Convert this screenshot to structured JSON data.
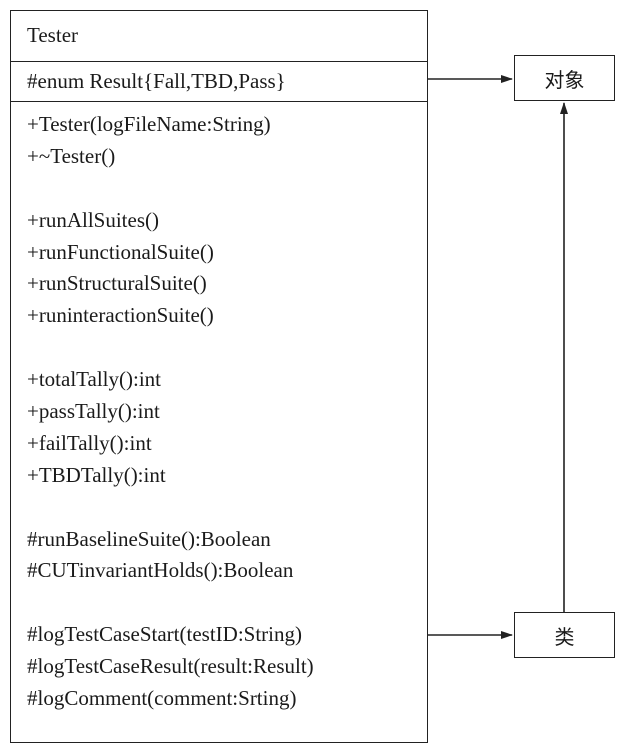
{
  "class": {
    "name": "Tester",
    "attributes": [
      "#enum Result{Fall,TBD,Pass}"
    ],
    "operation_groups": [
      [
        "+Tester(logFileName:String)",
        "+~Tester()"
      ],
      [
        "+runAllSuites()",
        "+runFunctionalSuite()",
        "+runStructuralSuite()",
        "+runinteractionSuite()"
      ],
      [
        "+totalTally():int",
        "+passTally():int",
        "+failTally():int",
        "+TBDTally():int"
      ],
      [
        "#runBaselineSuite():Boolean",
        "#CUTinvariantHolds():Boolean"
      ],
      [
        "#logTestCaseStart(testID:String)",
        "#logTestCaseResult(result:Result)",
        "#logComment(comment:Srting)"
      ]
    ]
  },
  "labels": {
    "object": "对象",
    "class": "类"
  },
  "colors": {
    "line": "#222222",
    "background": "#ffffff"
  }
}
